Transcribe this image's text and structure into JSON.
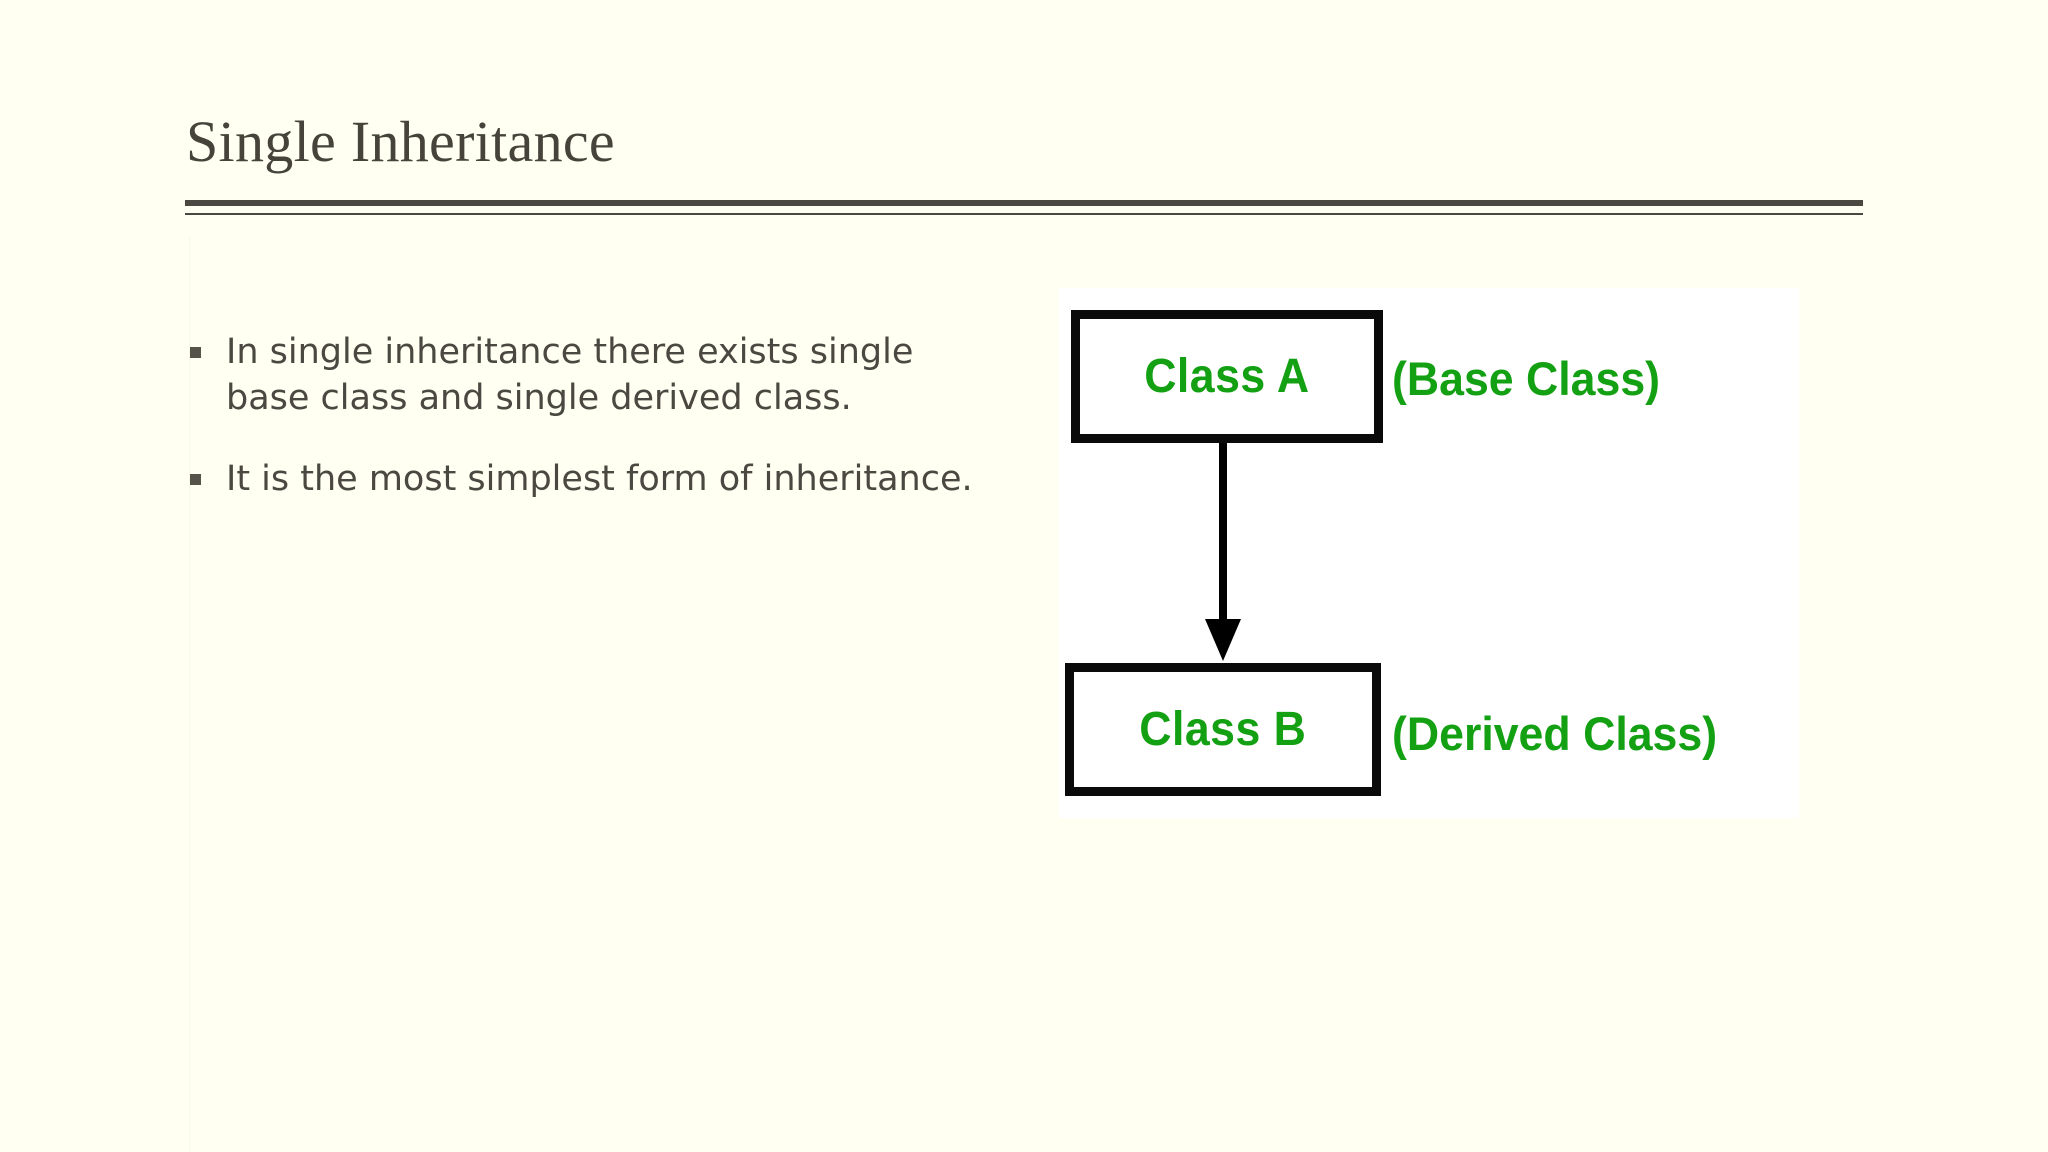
{
  "slide": {
    "title": "Single Inheritance",
    "background_color": "#FFFFF2",
    "title_color": "#45433A",
    "accent_color": "#4A4840",
    "diagram_green": "#13A013"
  },
  "bullets": [
    {
      "marker": "square-bullet",
      "text": "In single inheritance there exists single base class and single derived class."
    },
    {
      "marker": "square-bullet",
      "text": "It is the most simplest form of inheritance."
    }
  ],
  "diagram": {
    "type": "class-inheritance",
    "background_color": "#FFFFFF",
    "nodes": [
      {
        "box_label": "Class A",
        "side_label": "(Base Class)",
        "role": "base"
      },
      {
        "box_label": "Class B",
        "side_label": "(Derived Class)",
        "role": "derived"
      }
    ],
    "connector": {
      "icon": "down-arrow-icon",
      "from": "Class A",
      "to": "Class B",
      "color": "#000000"
    }
  }
}
